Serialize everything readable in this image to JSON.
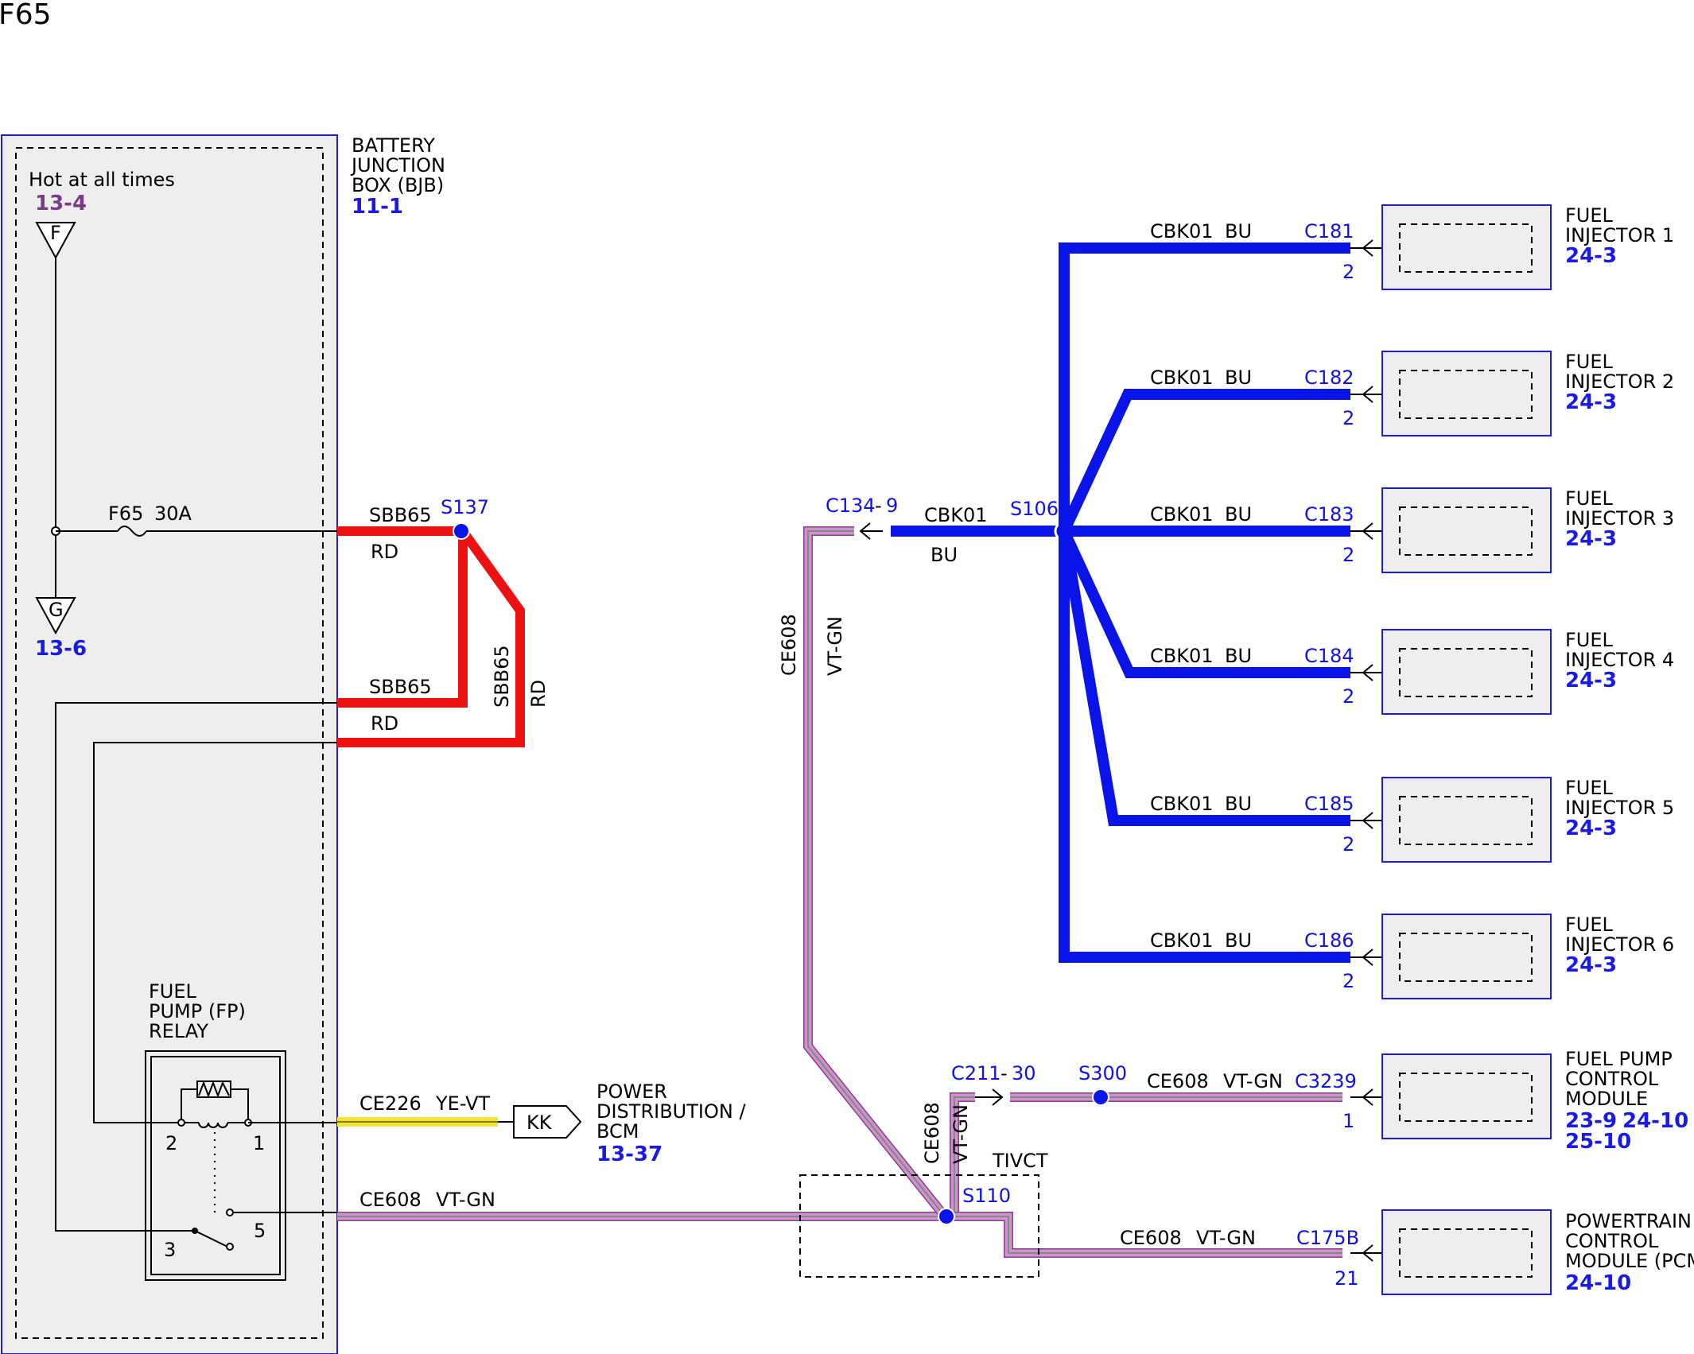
{
  "page_title": "F65",
  "bjb": {
    "name_lines": [
      "BATTERY",
      "JUNCTION",
      "BOX (BJB)"
    ],
    "ref": "11-1",
    "hot_label": "Hot at all times",
    "hot_ref": "13-4",
    "connector_f": "F",
    "connector_g": "G",
    "ground_ref": "13-6",
    "fuse_label": "F65",
    "fuse_rating": "30A"
  },
  "relay": {
    "name_lines": [
      "FUEL",
      "PUMP (FP)",
      "RELAY"
    ],
    "pin_2": "2",
    "pin_1": "1",
    "pin_3": "3",
    "pin_5": "5"
  },
  "splices": {
    "s137": "S137",
    "s106": "S106",
    "s300": "S300",
    "s110": "S110"
  },
  "wires": {
    "sbb65": "SBB65",
    "rd": "RD",
    "ce226": "CE226",
    "ye_vt": "YE-VT",
    "ce608": "CE608",
    "vt_gn": "VT-GN",
    "cbk01": "CBK01",
    "bu": "BU"
  },
  "connectors": {
    "c134": "C134",
    "c134_pin": "9",
    "c211": "C211",
    "c211_pin": "30",
    "kk": "KK",
    "tivct": "TIVCT"
  },
  "power_distribution": {
    "lines": [
      "POWER",
      "DISTRIBUTION /",
      "BCM"
    ],
    "ref": "13-37"
  },
  "injectors": [
    {
      "connector": "C181",
      "pin": "2",
      "line1": "FUEL",
      "line2": "INJECTOR 1",
      "ref": "24-3"
    },
    {
      "connector": "C182",
      "pin": "2",
      "line1": "FUEL",
      "line2": "INJECTOR 2",
      "ref": "24-3"
    },
    {
      "connector": "C183",
      "pin": "2",
      "line1": "FUEL",
      "line2": "INJECTOR 3",
      "ref": "24-3"
    },
    {
      "connector": "C184",
      "pin": "2",
      "line1": "FUEL",
      "line2": "INJECTOR 4",
      "ref": "24-3"
    },
    {
      "connector": "C185",
      "pin": "2",
      "line1": "FUEL",
      "line2": "INJECTOR 5",
      "ref": "24-3"
    },
    {
      "connector": "C186",
      "pin": "2",
      "line1": "FUEL",
      "line2": "INJECTOR 6",
      "ref": "24-3"
    }
  ],
  "fpcm": {
    "connector": "C3239",
    "pin": "1",
    "lines": [
      "FUEL PUMP",
      "CONTROL",
      "MODULE"
    ],
    "ref1": "23-9",
    "ref2": "24-10",
    "ref3": "25-10"
  },
  "pcm": {
    "connector": "C175B",
    "pin": "21",
    "lines": [
      "POWERTRAIN",
      "CONTROL",
      "MODULE (PCM)"
    ],
    "ref": "24-10"
  },
  "colors": {
    "red_wire": "#ee1111",
    "blue_wire": "#0a14e8",
    "violet_wire": "#d98ad9",
    "green_stripe": "#6a9a6a",
    "yellow_wire": "#f2e33a",
    "link_blue": "#1a1ae6",
    "ref_purple": "#7a3c8a"
  }
}
